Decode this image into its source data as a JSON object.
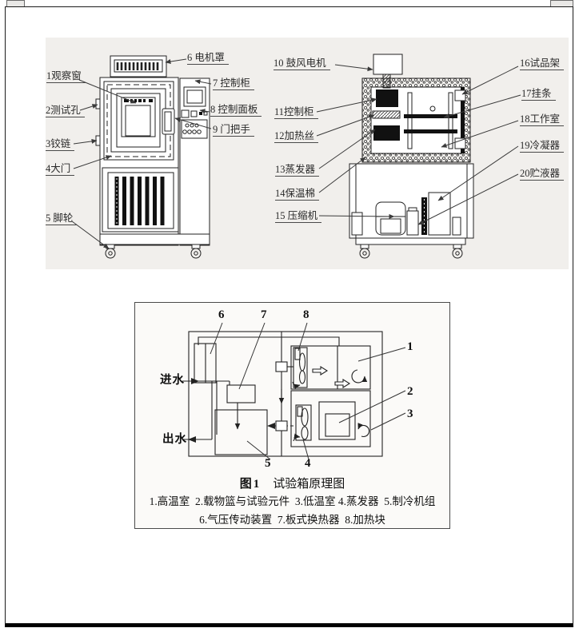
{
  "equipment_figure": {
    "front_view_labels": [
      "1观察窗",
      "2测试孔",
      "3铰链",
      "4大门",
      "5 脚轮",
      "6 电机罩",
      "7 控制柜",
      "8 控制面板",
      "9 门把手"
    ],
    "section_view_labels": [
      "10 鼓风电机",
      "11控制柜",
      "12加热丝",
      "13蒸发器",
      "14保温棉",
      "15 压缩机",
      "16试品架",
      "17挂条",
      "18工作室",
      "19冷凝器",
      "20贮液器"
    ]
  },
  "schematic_figure": {
    "numbers": [
      "6",
      "7",
      "8",
      "1",
      "2",
      "3",
      "5",
      "4"
    ],
    "water_inlet": "进水",
    "water_outlet": "出水",
    "caption_prefix": "图1",
    "caption_title": "试验箱原理图",
    "legend_line1": "1.高温室  2.载物篮与试验元件  3.低温室 4.蒸发器  5.制冷机组",
    "legend_line2": "6.气压传动装置  7.板式换热器  8.加热块"
  },
  "colors": {
    "ink": "#222222",
    "panel_bg": "#f1efec",
    "schematic_bg": "#fbfaf8"
  }
}
